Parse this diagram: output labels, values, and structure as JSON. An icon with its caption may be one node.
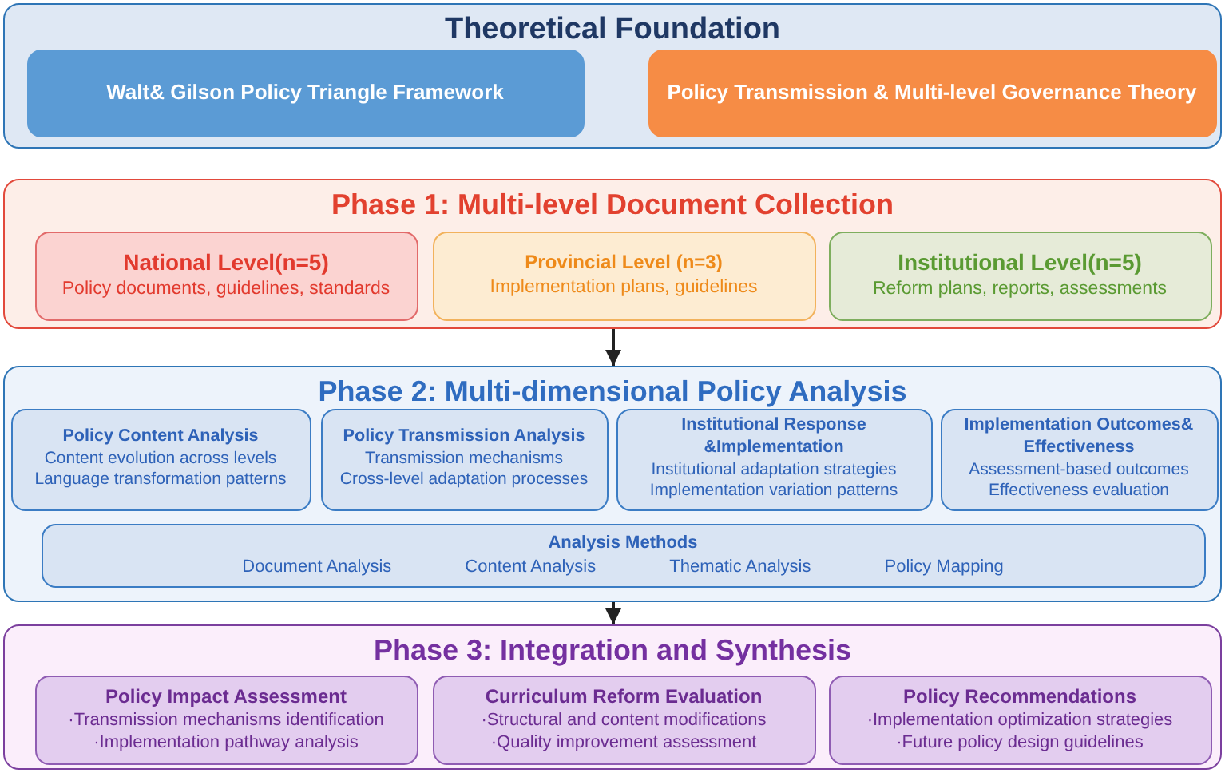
{
  "diagram": {
    "nodes": [
      {
        "text": [
          "Theoretical Foundation"
        ]
      },
      {
        "text": [
          "Walt& Gilson Policy Triangle Framework"
        ],
        "in": 0
      },
      {
        "text": [
          "Policy Transmission & Multi-level Governance Theory"
        ],
        "in": 0
      },
      {
        "text": [
          "Phase 1: Multi-level Document Collection"
        ]
      },
      {
        "text": [
          "National Level(n=5)",
          "Policy documents, guidelines, standards"
        ],
        "in": 3
      },
      {
        "text": [
          "Provincial Level (n=3)",
          "Implementation plans, guidelines"
        ],
        "in": 3
      },
      {
        "text": [
          "Institutional Level(n=5)",
          "Reform plans, reports, assessments"
        ],
        "in": 3
      },
      {
        "text": [
          "Phase 2: Multi-dimensional Policy Analysis"
        ]
      },
      {
        "text": [
          "Policy Content Analysis",
          "Content evolution across levels",
          "Language transformation patterns"
        ],
        "in": 7
      },
      {
        "text": [
          "Policy Transmission Analysis",
          "Transmission mechanisms",
          "Cross-level adaptation processes"
        ],
        "in": 7
      },
      {
        "text": [
          "Institutional Response &Implementation",
          "Institutional adaptation strategies",
          "Implementation variation patterns"
        ],
        "in": 7
      },
      {
        "text": [
          "Implementation Outcomes& Effectiveness",
          "Assessment-based outcomes",
          "Effectiveness evaluation"
        ],
        "in": 7
      },
      {
        "text": [
          "Analysis Methods",
          "Document Analysis",
          "Content Analysis",
          "Thematic Analysis",
          "Policy Mapping"
        ],
        "in": 7
      },
      {
        "text": [
          "Phase 3: Integration and Synthesis"
        ]
      },
      {
        "text": [
          "Policy Impact Assessment",
          "·Transmission mechanisms identification",
          "·Implementation pathway analysis"
        ],
        "in": 13
      },
      {
        "text": [
          "Curriculum Reform Evaluation",
          "·Structural and content modifications",
          "·Quality improvement assessment"
        ],
        "in": 13
      },
      {
        "text": [
          "Policy Recommendations",
          "·Implementation optimization strategies",
          "·Future policy design guidelines"
        ],
        "in": 13
      }
    ],
    "edges": [
      {
        "from": 3,
        "to": 7,
        "arrow": "to"
      },
      {
        "from": 7,
        "to": 13,
        "arrow": "to"
      }
    ]
  }
}
